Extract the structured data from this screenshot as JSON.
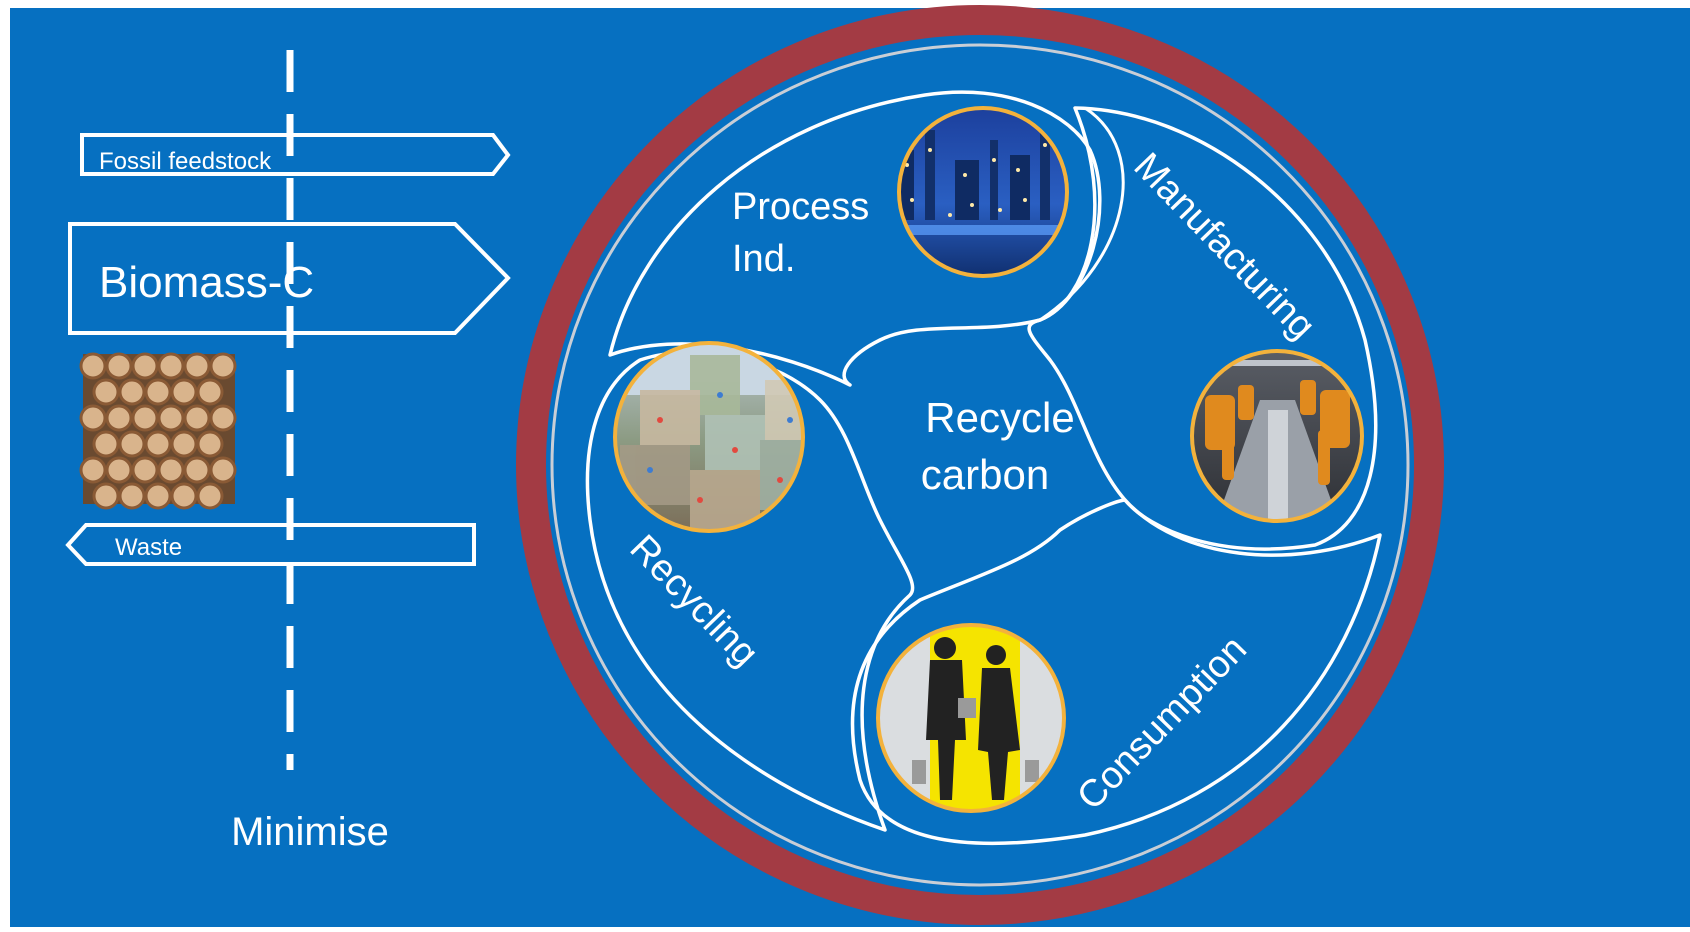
{
  "diagram": {
    "colors": {
      "background": "#0670C1",
      "outer_ring": "#A33B44",
      "inner_ring": "#C9CED6",
      "line": "#FFFFFF",
      "photo_border": "#F3B23C"
    },
    "left_panel": {
      "fossil_label": "Fossil feedstock",
      "biomass_label": "Biomass-C",
      "waste_label": "Waste",
      "minimise_label": "Minimise",
      "logs_image": "wood-logs-photo"
    },
    "cycle": {
      "center_line1": "Recycle",
      "center_line2": "carbon",
      "stages": [
        {
          "id": "process",
          "line1": "Process",
          "line2": "Ind.",
          "image": "refinery-photo"
        },
        {
          "id": "manufacturing",
          "label": "Manufacturing",
          "image": "robot-assembly-photo"
        },
        {
          "id": "consumption",
          "label": "Consumption",
          "image": "shoppers-silhouette-photo"
        },
        {
          "id": "recycling",
          "label": "Recycling",
          "image": "waste-bales-photo"
        }
      ]
    }
  }
}
